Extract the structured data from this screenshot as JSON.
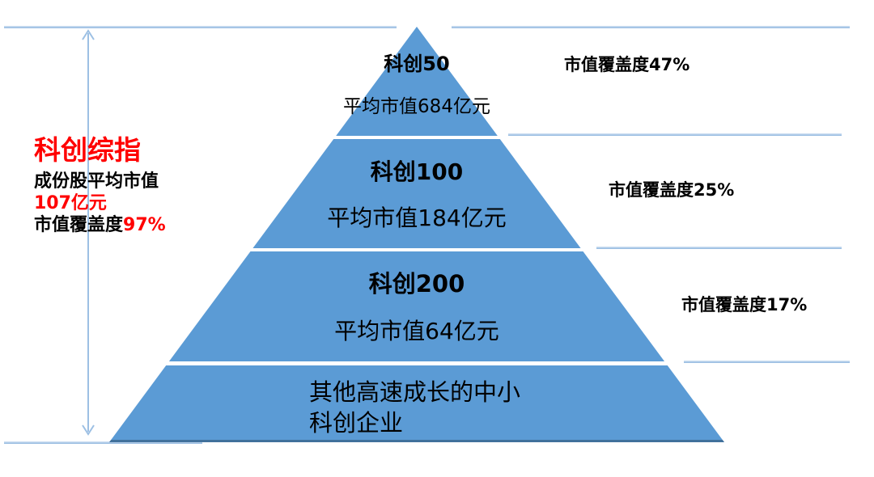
{
  "colors": {
    "pyramid_blue": "#5b9bd5",
    "line_blue": "#9dc0e4",
    "accent_red": "#ff0000",
    "base_edge": "#41719c",
    "text_black": "#000000"
  },
  "left_panel": {
    "title": "科创综指",
    "avg_label": "成份股平均市值",
    "avg_value": "107亿元",
    "coverage_label": "市值覆盖度",
    "coverage_value": "97%"
  },
  "pyramid": {
    "tiers": [
      {
        "name": "科创50",
        "avg_market_cap": "平均市值684亿元",
        "coverage": "市值覆盖度47%"
      },
      {
        "name": "科创100",
        "avg_market_cap": "平均市值184亿元",
        "coverage": "市值覆盖度25%"
      },
      {
        "name": "科创200",
        "avg_market_cap": "平均市值64亿元",
        "coverage": "市值覆盖度17%"
      },
      {
        "name_line1": "其他高速成长的中小",
        "name_line2": "科创企业"
      }
    ]
  }
}
